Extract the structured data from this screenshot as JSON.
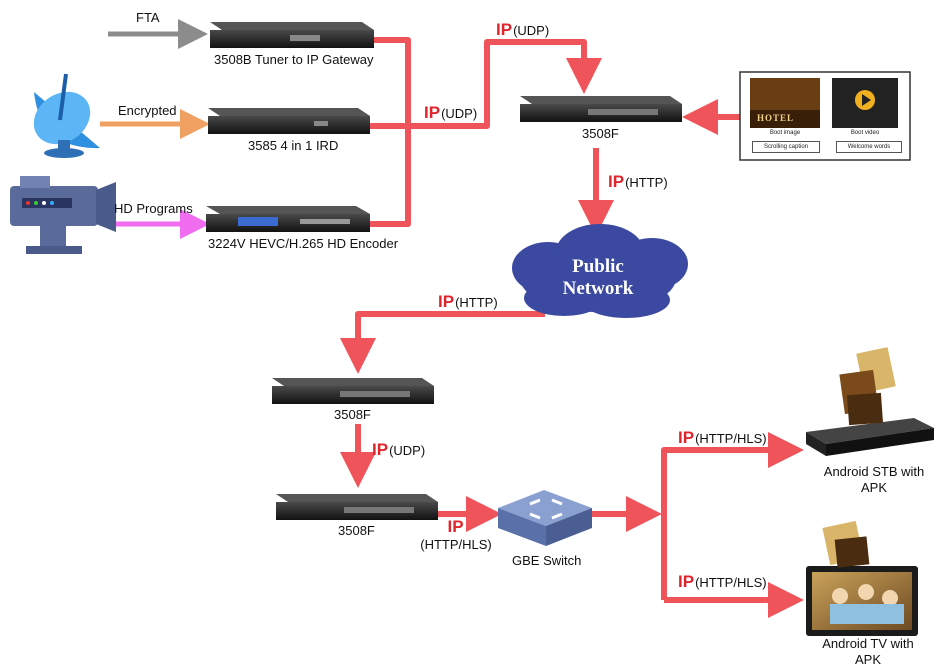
{
  "inputs": {
    "fta": "FTA",
    "encrypted": "Encrypted",
    "hd_programs": "HD Programs"
  },
  "devices": {
    "gateway": "3508B Tuner to IP Gateway",
    "ird": "3585 4 in 1 IRD",
    "encoder": "3224V HEVC/H.265 HD Encoder",
    "f_top": "3508F",
    "f_mid": "3508F",
    "f_bottom": "3508F",
    "switch": "GBE Switch",
    "stb_line1": "Android STB with",
    "stb_line2": "APK",
    "tv_line1": "Android TV with",
    "tv_line2": "APK"
  },
  "cloud": {
    "line1": "Public",
    "line2": "Network"
  },
  "links": {
    "ip_mark": "IP",
    "udp_top": "(UDP)",
    "udp_mid": "(UDP)",
    "http_a": "(HTTP)",
    "http_b": "(HTTP)",
    "udp_lower": "(UDP)",
    "http_hls_switch": "(HTTP/HLS)",
    "http_hls_stb": "(HTTP/HLS)",
    "http_hls_tv": "(HTTP/HLS)"
  },
  "screen_panel": {
    "hotel_sign": "HOTEL",
    "boot_image": "Boot image",
    "boot_video": "Boot video",
    "scrolling_caption": "Scrolling caption",
    "welcome_words": "Welcome words"
  },
  "colors": {
    "link_red": "#f0545b",
    "fta_arrow": "#8c8c8c",
    "encrypted_arrow": "#f0a060",
    "hd_arrow": "#f06cf0",
    "cloud": "#3b4aa0",
    "switch": "#6f85b8"
  }
}
